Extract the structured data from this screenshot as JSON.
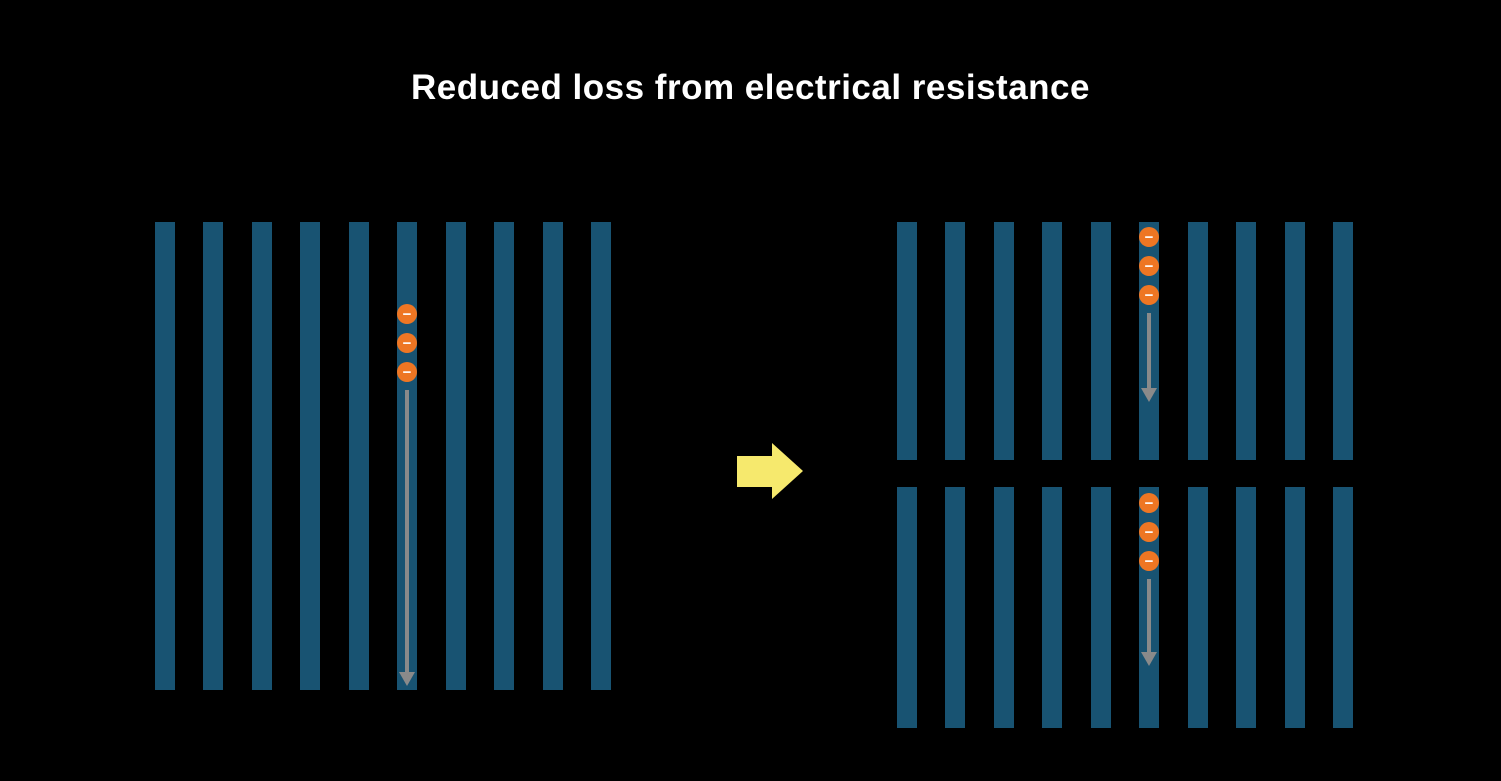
{
  "title": "Reduced loss from electrical resistance",
  "electron_symbol": "−",
  "colors": {
    "background": "#000000",
    "title_color": "#ffffff",
    "bar": "#185372",
    "electron_fill": "#ee7623",
    "flow_arrow": "#8a8a8a",
    "transition_arrow": "#f6e96d"
  },
  "left_cell": {
    "bars": 10,
    "electrons": 3
  },
  "right_cell": {
    "top_segment": {
      "bars": 10,
      "electrons": 3
    },
    "bottom_segment": {
      "bars": 10,
      "electrons": 3
    }
  }
}
